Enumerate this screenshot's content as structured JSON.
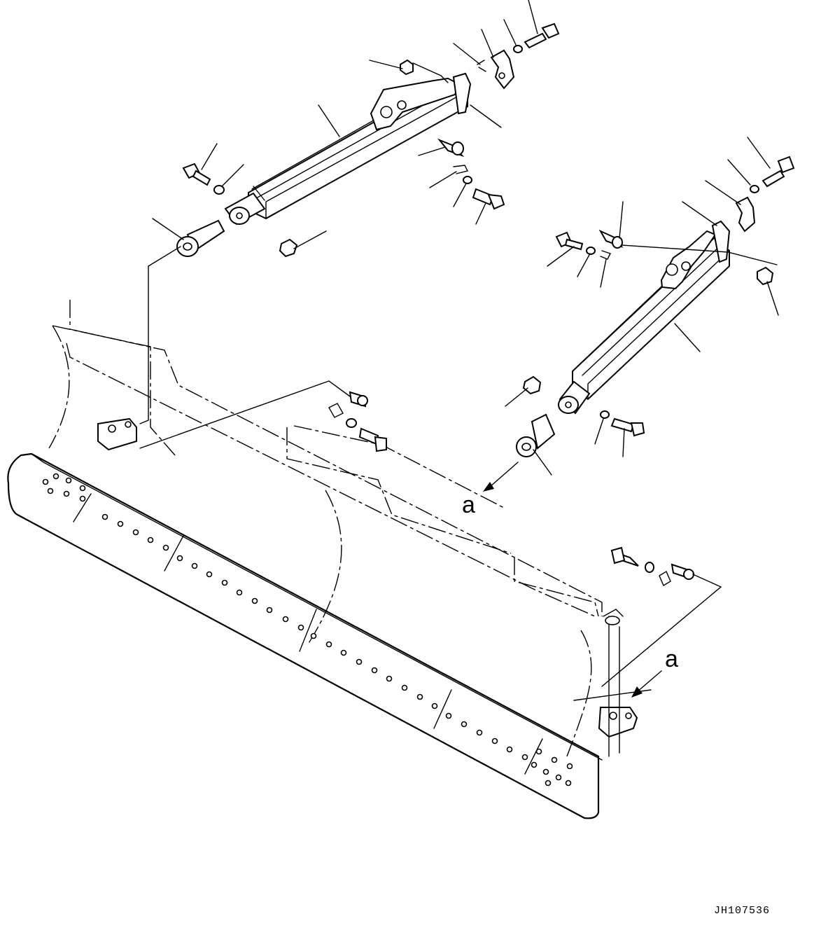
{
  "drawing": {
    "reference_number": "JH107536",
    "view_marks": [
      "a",
      "a"
    ]
  }
}
